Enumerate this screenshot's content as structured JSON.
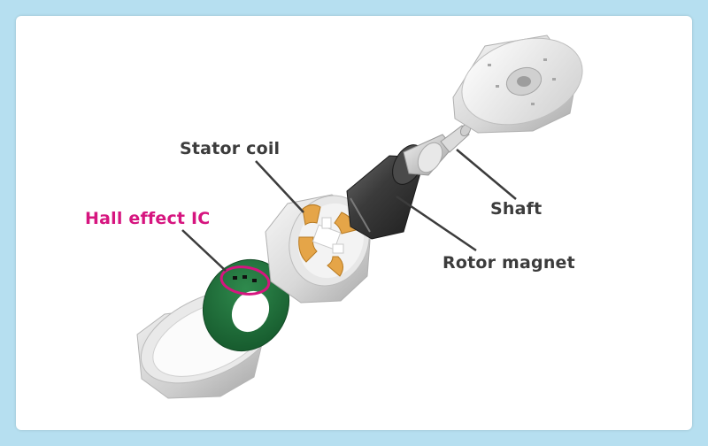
{
  "labels": {
    "stator_coil": "Stator coil",
    "hall_effect_ic": "Hall effect IC",
    "shaft": "Shaft",
    "rotor_magnet": "Rotor magnet"
  },
  "colors": {
    "background": "#b6dff0",
    "highlight": "#d6157f",
    "text": "#3c3c3c",
    "pcb": "#1f6b3a",
    "coil": "#e5a548",
    "magnet": "#3a3a3a",
    "housing": "#d6d6d6"
  }
}
